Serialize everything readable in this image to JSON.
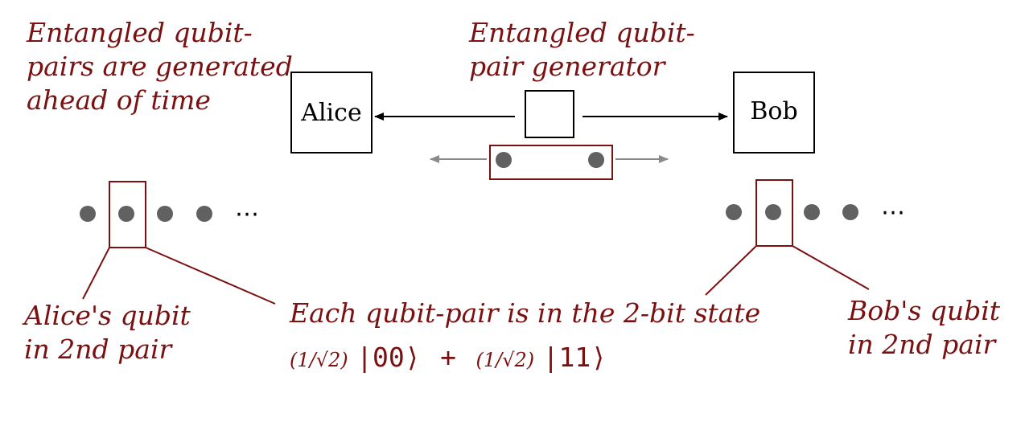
{
  "labels": {
    "top_left": [
      "Entangled qubit-",
      "pairs are generated",
      "ahead of time"
    ],
    "generator": [
      "Entangled qubit-",
      "pair generator"
    ],
    "alice_node": "Alice",
    "bob_node": "Bob",
    "ellipsis": "⋯",
    "alice_qubit": [
      "Alice's qubit",
      "in 2nd pair"
    ],
    "bob_qubit": [
      "Bob's qubit",
      "in 2nd pair"
    ],
    "state_caption": "Each qubit-pair is in the 2-bit state",
    "state_formula": {
      "coef1": "(1/√2)",
      "ket1": "|00⟩",
      "plus": "+",
      "coef2": "(1/√2)",
      "ket2": "|11⟩"
    }
  },
  "colors": {
    "accent": "#7a1010",
    "qubit": "#616161",
    "arrow_gray": "#8a8a8a",
    "black": "#000000"
  }
}
